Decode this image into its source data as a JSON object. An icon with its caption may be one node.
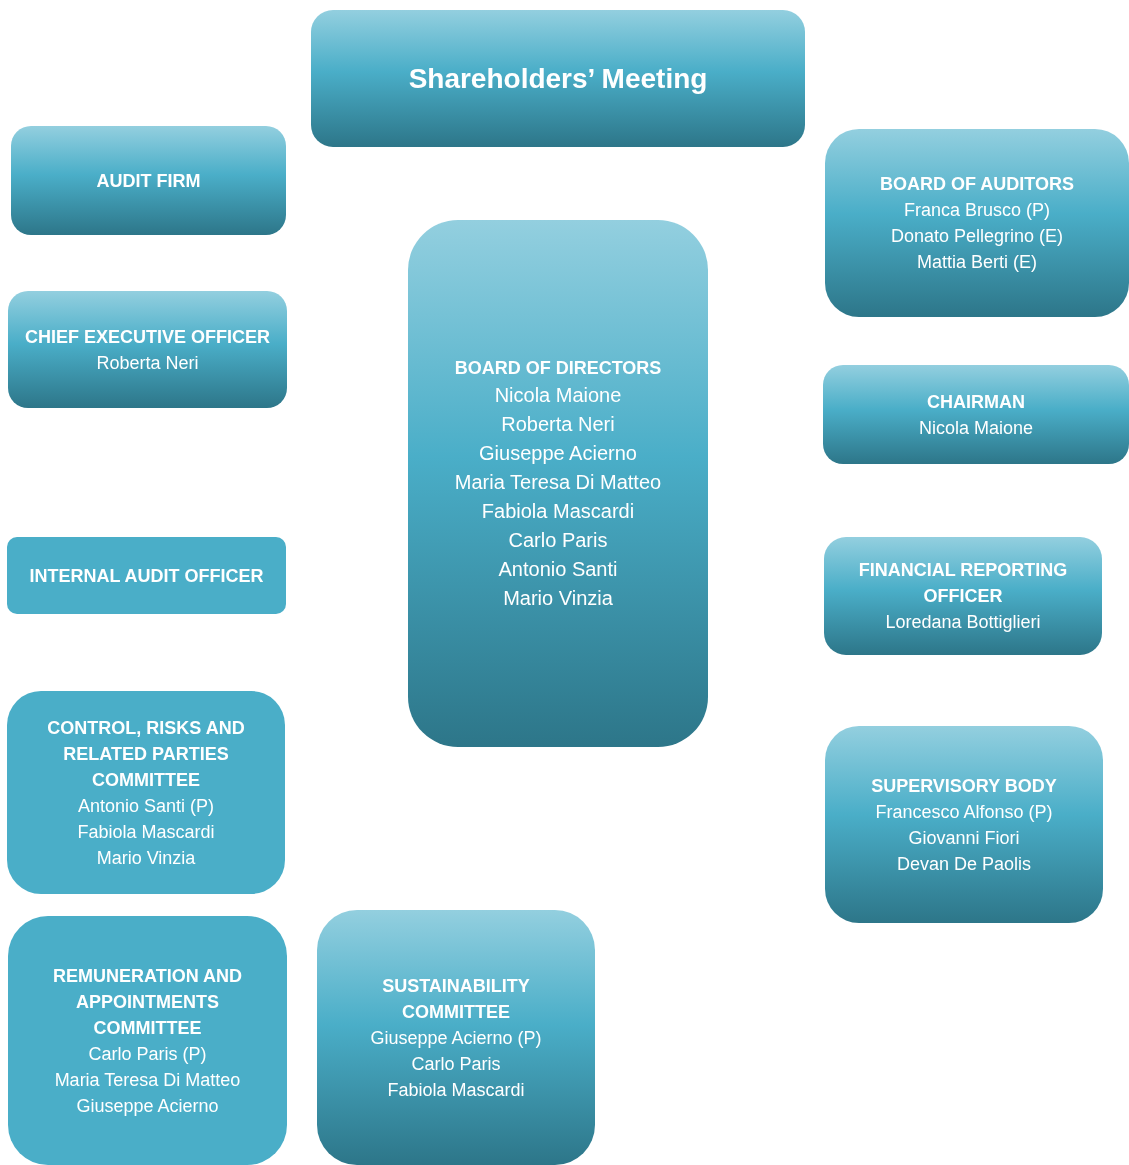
{
  "diagram": {
    "nodes": [
      {
        "text": [
          "Shareholders’ Meeting"
        ]
      },
      {
        "text": [
          "AUDIT FIRM"
        ]
      },
      {
        "text": [
          "BOARD OF AUDITORS",
          "Franca Brusco (P)",
          "Donato Pellegrino (E)",
          "Mattia Berti (E)"
        ]
      },
      {
        "text": [
          "CHIEF EXECUTIVE OFFICER",
          "Roberta Neri"
        ]
      },
      {
        "text": [
          "BOARD OF DIRECTORS",
          "Nicola Maione",
          "Roberta Neri",
          "Giuseppe Acierno",
          "Maria Teresa Di Matteo",
          "Fabiola Mascardi",
          "Carlo Paris",
          "Antonio Santi",
          "Mario Vinzia"
        ]
      },
      {
        "text": [
          "CHAIRMAN",
          "Nicola Maione"
        ]
      },
      {
        "text": [
          "INTERNAL AUDIT OFFICER"
        ]
      },
      {
        "text": [
          "FINANCIAL REPORTING OFFICER",
          "Loredana Bottiglieri"
        ]
      },
      {
        "text": [
          "CONTROL, RISKS AND RELATED PARTIES COMMITTEE",
          "Antonio Santi (P)",
          "Fabiola Mascardi",
          "Mario Vinzia"
        ]
      },
      {
        "text": [
          "SUPERVISORY BODY",
          "Francesco Alfonso (P)",
          "Giovanni Fiori",
          "Devan De Paolis"
        ]
      },
      {
        "text": [
          "REMUNERATION AND APPOINTMENTS COMMITTEE",
          "Carlo Paris (P)",
          "Maria Teresa Di Matteo",
          "Giuseppe Acierno"
        ]
      },
      {
        "text": [
          "SUSTAINABILITY COMMITTEE",
          "Giuseppe Acierno (P)",
          "Carlo Paris",
          "Fabiola Mascardi"
        ]
      }
    ]
  }
}
